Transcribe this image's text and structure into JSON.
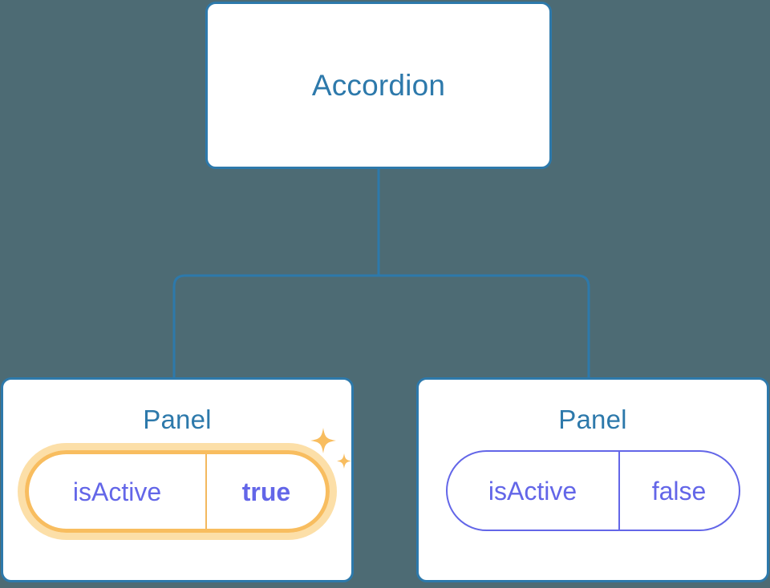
{
  "theme": {
    "background": "#4d6b74",
    "card_background": "#ffffff",
    "card_border": "#2d79ab",
    "node_text": "#2d79ab",
    "connector": "#2d79ab",
    "prop_text": "#6366e8",
    "prop_border": "#6366e8",
    "highlight_border": "#f8bd5f",
    "highlight_glow": "#fcdfa8"
  },
  "tree": {
    "root": {
      "label": "Accordion"
    },
    "children": [
      {
        "label": "Panel",
        "highlighted": true,
        "prop": {
          "name": "isActive",
          "value": "true"
        },
        "sparkle_icon": "sparkles-icon"
      },
      {
        "label": "Panel",
        "highlighted": false,
        "prop": {
          "name": "isActive",
          "value": "false"
        }
      }
    ]
  }
}
